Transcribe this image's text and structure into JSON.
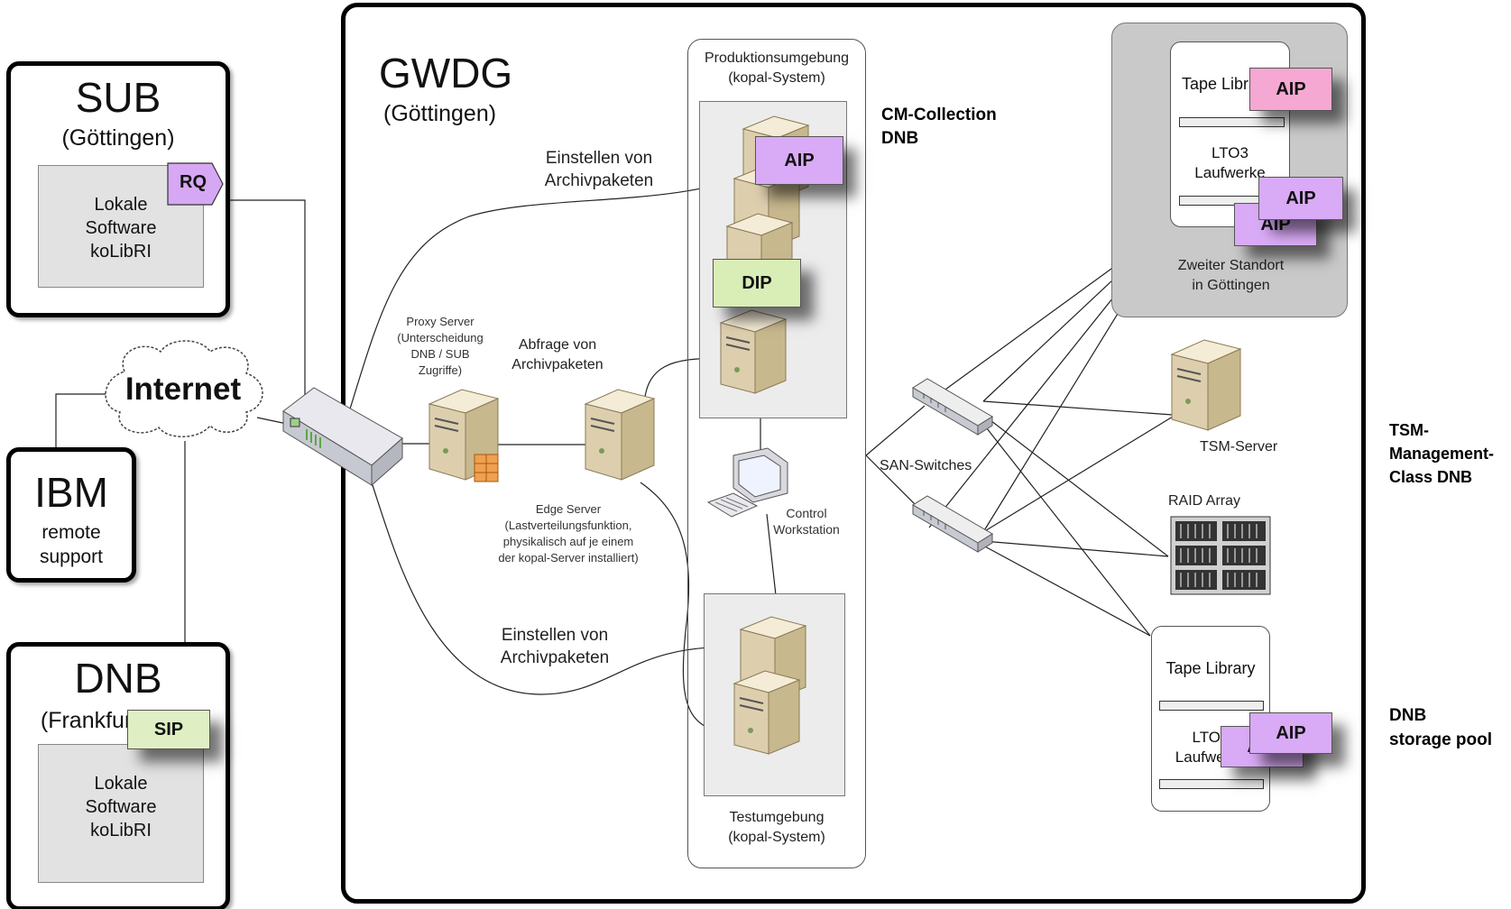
{
  "colors": {
    "aip": "#d9aaf6",
    "aip_pink": "#f5a8d2",
    "dip": "#d9edb7",
    "sip": "#dfefc3",
    "rq": "#d6a8f4",
    "software_bg": "#e2e2e2",
    "site2_bg": "#c9c9c9"
  },
  "sub": {
    "name": "SUB",
    "location": "(Göttingen)",
    "software": "Lokale\nSoftware\nkoLibRI",
    "tag": "RQ"
  },
  "ibm": {
    "name": "IBM",
    "subtitle": "remote\nsupport"
  },
  "dnb": {
    "name": "DNB",
    "location": "(Frankfurt a.M.)",
    "software": "Lokale\nSoftware\nkoLibRI",
    "tag": "SIP"
  },
  "internet": {
    "label": "Internet"
  },
  "gwdg": {
    "name": "GWDG",
    "location": "(Göttingen)"
  },
  "proxy": {
    "label": "Proxy Server\n(Unterscheidung\nDNB / SUB\nZugriffe)"
  },
  "edge": {
    "label": "Edge Server\n(Lastverteilungsfunktion,\nphysikalisch auf je einem\nder kopal-Server installiert)"
  },
  "flows": {
    "einstellen_top": "Einstellen von\nArchivpaketen",
    "abfrage": "Abfrage von\nArchivpaketen",
    "einstellen_bottom": "Einstellen von\nArchivpaketen"
  },
  "production": {
    "title": "Produktionsumgebung\n(kopal-System)",
    "aip": "AIP",
    "dip": "DIP"
  },
  "test": {
    "title": "Testumgebung\n(kopal-System)"
  },
  "control": {
    "label": "Control\nWorkstation"
  },
  "cm_collection": {
    "label": "CM-Collection\nDNB"
  },
  "san": {
    "label": "SAN-Switches"
  },
  "site2": {
    "library_label": "Tape Library",
    "drives_label": "LTO3\nLaufwerke",
    "location": "Zweiter Standort\nin Göttingen",
    "aip_top": "AIP",
    "aip_mid": "AIP",
    "aip_back": "AIP"
  },
  "tsm": {
    "server_label": "TSM-Server",
    "management_label": "TSM-\nManagement-\nClass DNB"
  },
  "raid": {
    "label": "RAID Array"
  },
  "dnb_library": {
    "library_label": "Tape Library",
    "drives_label": "LTO3\nLaufwerke",
    "aip_front": "AIP",
    "aip_back": "AIP"
  },
  "storage_pool": {
    "label": "DNB\nstorage pool"
  }
}
